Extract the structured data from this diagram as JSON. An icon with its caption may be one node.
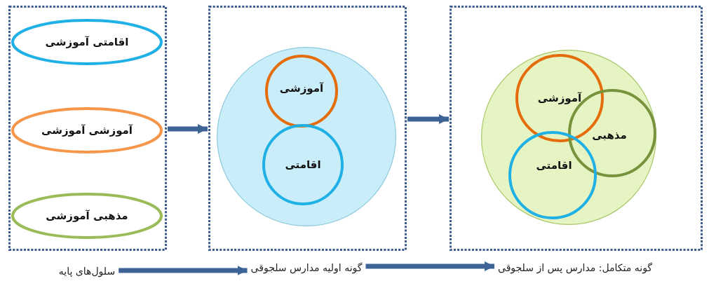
{
  "diagram": {
    "nodes": [
      {
        "text": [],
        "shape": "box"
      },
      {
        "text": [
          "اقامتی آموزشی"
        ],
        "in": 0
      },
      {
        "text": [
          "آموزشی آموزشی"
        ],
        "in": 0
      },
      {
        "text": [
          "مذهبی آموزشی"
        ],
        "in": 0
      },
      {
        "text": [],
        "shape": "box"
      },
      {
        "text": [],
        "shape": "circle",
        "in": 4
      },
      {
        "text": [
          "آموزشی"
        ],
        "in": 5
      },
      {
        "text": [
          "اقامتی"
        ],
        "in": 5
      },
      {
        "text": [],
        "shape": "box"
      },
      {
        "text": [],
        "shape": "circle",
        "in": 8
      },
      {
        "text": [
          "آموزشی"
        ],
        "in": 9
      },
      {
        "text": [
          "مذهبی"
        ],
        "in": 9
      },
      {
        "text": [
          "اقامتی"
        ],
        "in": 9
      },
      {
        "text": [
          "سلول‌های پایه"
        ]
      },
      {
        "text": [
          "گونه اولیه مدارس سلجوقی"
        ]
      },
      {
        "text": [
          "گونه متکامل: مدارس پس از سلجوقی"
        ]
      }
    ],
    "edges": [
      {
        "from": 0,
        "to": 4,
        "arrow": "to"
      },
      {
        "from": 4,
        "to": 8,
        "arrow": "to"
      },
      {
        "from": 13,
        "to": 14,
        "arrow": "to"
      },
      {
        "from": 14,
        "to": 15,
        "arrow": "to"
      }
    ]
  }
}
